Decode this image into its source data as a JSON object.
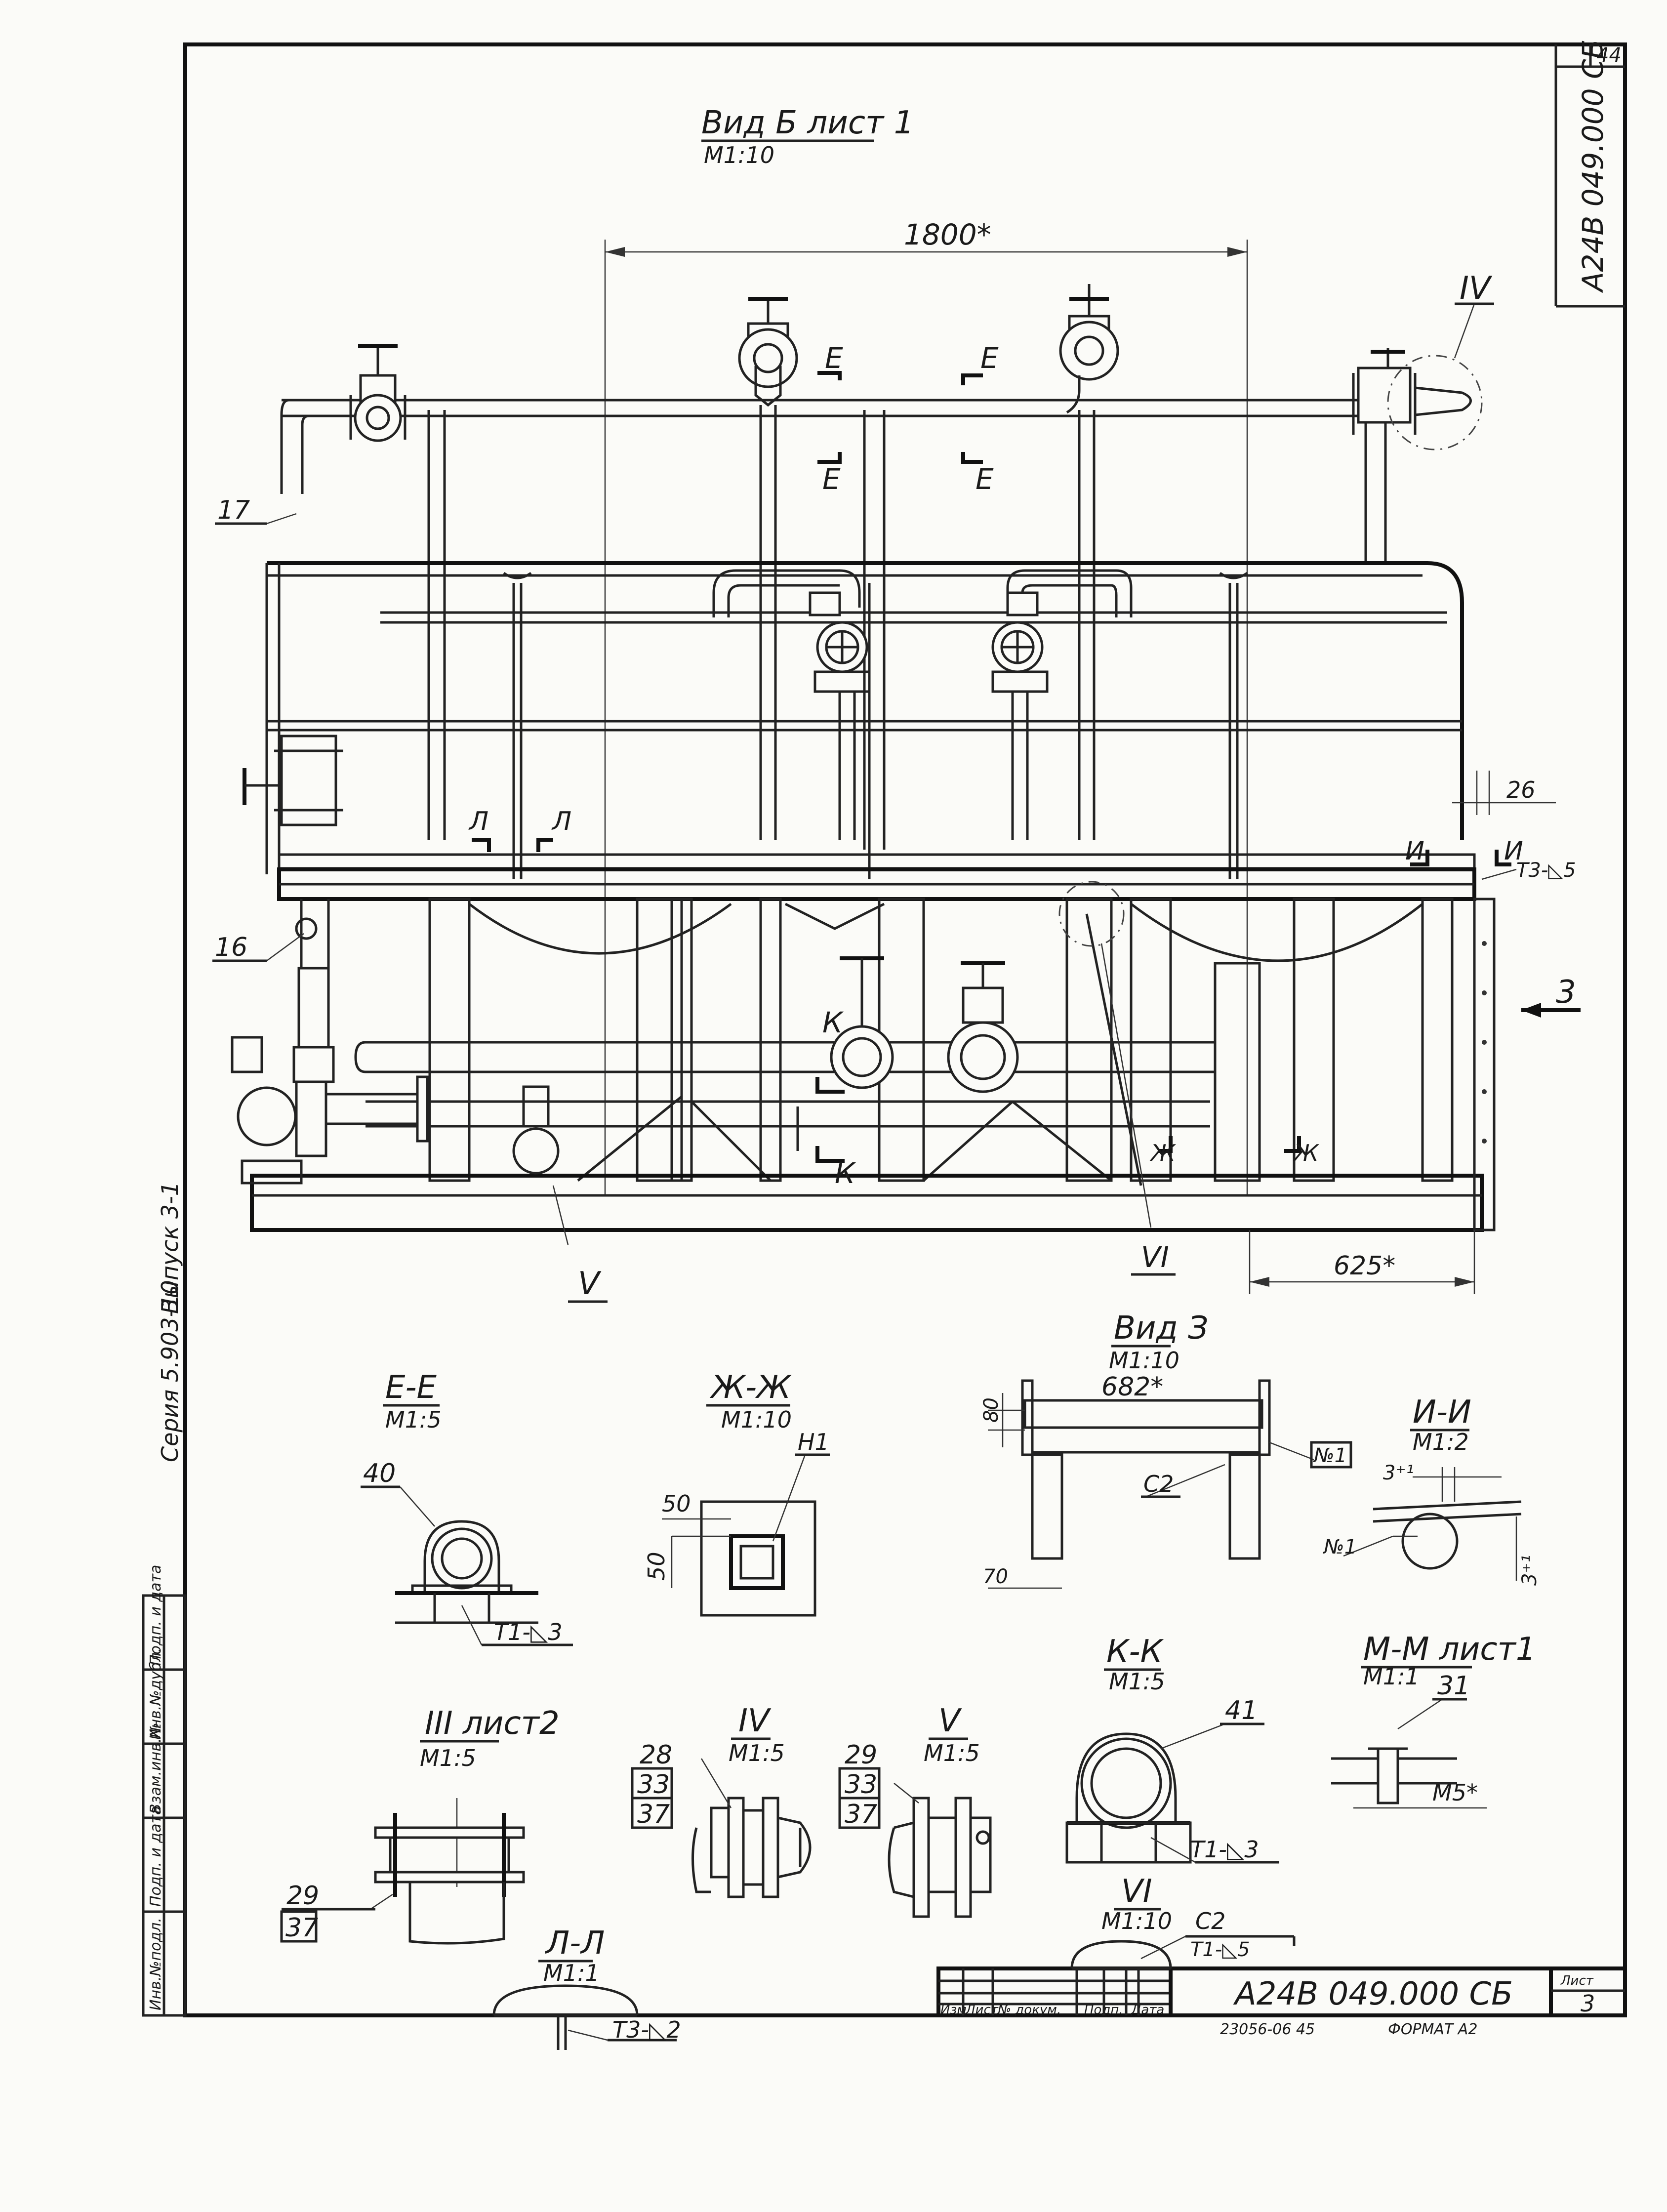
{
  "sheet": {
    "designation": "А24В 049.000 СБ",
    "page_number": "44",
    "sheet_label": "Лист",
    "sheet_number": "3",
    "series_label": "Серия 5.903-10",
    "issue_label": "Выпуск 3-1",
    "format_label": "ФОРМАТ А2",
    "order_number": "23056-06   45"
  },
  "title_block": {
    "columns": [
      "Изм",
      "Лист",
      "№ докум.",
      "Подп.",
      "Дата"
    ]
  },
  "approval_strip": [
    "Инв.№подл.",
    "Подп. и дата",
    "Взам.инв.№",
    "Инв.№дубл.",
    "Подп. и дата"
  ],
  "main_view": {
    "title": "Вид Б лист 1",
    "scale": "М1:10",
    "dim_width": "1800*",
    "dim_side": "625*",
    "dim_26": "26",
    "label_17": "17",
    "label_16": "16",
    "label_IV": "IV",
    "label_V": "V",
    "label_VI": "VI",
    "view_arrow_3": "3",
    "section_E": "Е",
    "section_L": "Л",
    "section_I": "И",
    "section_K": "К",
    "section_Zh": "Ж",
    "weld_T3": "Т3-◺5"
  },
  "details": {
    "ee": {
      "title": "Е-Е",
      "scale": "М1:5",
      "label_40": "40",
      "weld": "Т1-◺3"
    },
    "zhzh": {
      "title": "Ж-Ж",
      "scale": "М1:10",
      "label_H1": "Н1",
      "dim_50a": "50",
      "dim_50b": "50"
    },
    "vid3": {
      "title": "Вид З",
      "scale": "М1:10",
      "dim_682": "682*",
      "dim_80": "80",
      "dim_70": "70",
      "label_C2": "С2",
      "label_n1": "№1"
    },
    "ii": {
      "title": "И-И",
      "scale": "М1:2",
      "dim_3a": "3⁺¹",
      "dim_3b": "3⁺¹",
      "label_n1": "№1"
    },
    "iii": {
      "title": "III лист2",
      "scale": "М1:5",
      "label_29": "29",
      "label_37": "37"
    },
    "iv": {
      "title": "IV",
      "scale": "М1:5",
      "label_28": "28",
      "label_33": "33",
      "label_37": "37"
    },
    "v": {
      "title": "V",
      "scale": "М1:5",
      "label_29": "29",
      "label_33": "33",
      "label_37": "37"
    },
    "kk": {
      "title": "К-К",
      "scale": "М1:5",
      "label_41": "41",
      "weld": "Т1-◺3"
    },
    "mm": {
      "title": "М-М лист1",
      "scale": "М1:1",
      "label_31": "31",
      "dim_M5": "М5*"
    },
    "ll": {
      "title": "Л-Л",
      "scale": "М1:1",
      "weld": "Т3-◺2"
    },
    "vi": {
      "title": "VI",
      "scale": "М1:10",
      "label_C2": "С2",
      "weld": "Т1-◺5"
    }
  }
}
